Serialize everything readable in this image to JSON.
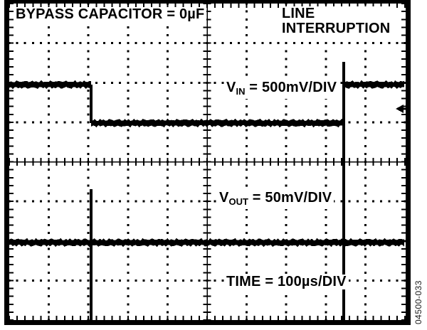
{
  "figure_number": "04500-033",
  "chart_data": {
    "type": "line",
    "description": "Oscilloscope capture: regulator response to an input line interruption with no bypass capacitor",
    "coordinate_system": "x in horizontal divisions 0-10 (left to right), y in vertical divisions 0-8 (top to bottom)",
    "grid": {
      "h_divisions": 10,
      "v_divisions": 8,
      "minor_per_division": 5,
      "style": "dotted major gridlines, ticked center axes and ticked border"
    },
    "scales": {
      "vin_per_division": "500mV",
      "vout_per_division": "50mV",
      "time_per_division": "100µs"
    },
    "annotations": {
      "bypass": "BYPASS CAPACITOR = 0µF",
      "event_line1": "LINE",
      "event_line2": "INTERRUPTION",
      "vin_prefix": "V",
      "vin_sub": "IN",
      "vin_rest": " = 500mV/DIV",
      "vout_prefix": "V",
      "vout_sub": "OUT",
      "vout_rest": " = 50mV/DIV",
      "time": "TIME = 100µs/DIV"
    },
    "events": {
      "line_drop_at_div": 2.07,
      "line_restore_at_div": 8.45,
      "interruption_length_div": 6.38,
      "interruption_duration_us": 638,
      "vin_step_div": 1
    },
    "series": [
      {
        "name": "VIN",
        "scale": "500mV/DIV",
        "segments": [
          {
            "kind": "band",
            "x1": 0,
            "x2": 2.07,
            "y": 2.05
          },
          {
            "kind": "edge",
            "x": 2.07,
            "y1": 2.05,
            "y2": 3.02
          },
          {
            "kind": "band",
            "x1": 2.07,
            "x2": 8.45,
            "y": 3.02
          },
          {
            "kind": "edge",
            "x": 8.45,
            "y1": 1.47,
            "y2": 3.02
          },
          {
            "kind": "band",
            "x1": 8.45,
            "x2": 10,
            "y": 2.05
          }
        ]
      },
      {
        "name": "VOUT",
        "scale": "50mV/DIV",
        "segments": [
          {
            "kind": "band",
            "x1": 0,
            "x2": 10,
            "y": 6.04
          },
          {
            "kind": "spike",
            "x": 2.07,
            "y1": 4.69,
            "y2": 8
          },
          {
            "kind": "spike",
            "x": 8.45,
            "y1": 3.02,
            "y2": 8
          }
        ]
      }
    ],
    "marker": {
      "symbol": "left-arrow",
      "y_div": 2.66,
      "position": "right-edge"
    }
  }
}
